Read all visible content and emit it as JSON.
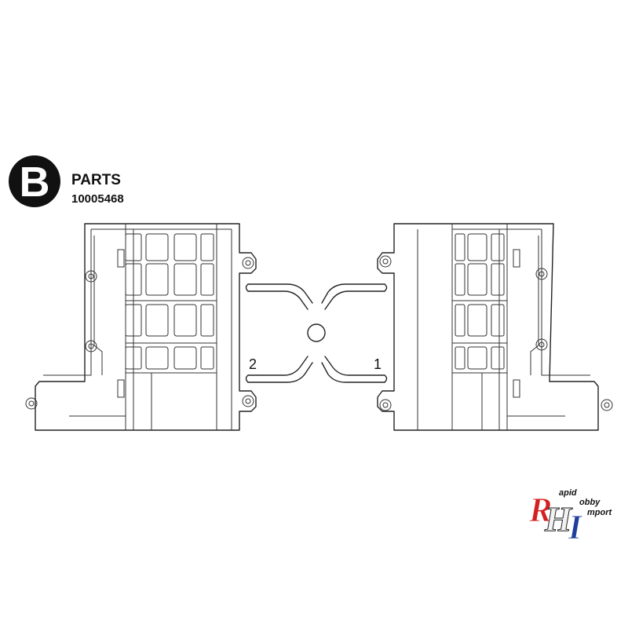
{
  "header": {
    "badge_letter": "B",
    "title": "PARTS",
    "part_code": "10005468"
  },
  "labels": {
    "part_1": "1",
    "part_2": "2"
  },
  "logo": {
    "letter_r": "R",
    "letter_h": "H",
    "letter_i": "I",
    "word_rapid": "apid",
    "word_hobby": "obby",
    "word_import": "mport",
    "brand_red": "#d42020",
    "brand_blue": "#1f3f9c"
  },
  "colors": {
    "ink": "#222222",
    "badge": "#111111"
  }
}
